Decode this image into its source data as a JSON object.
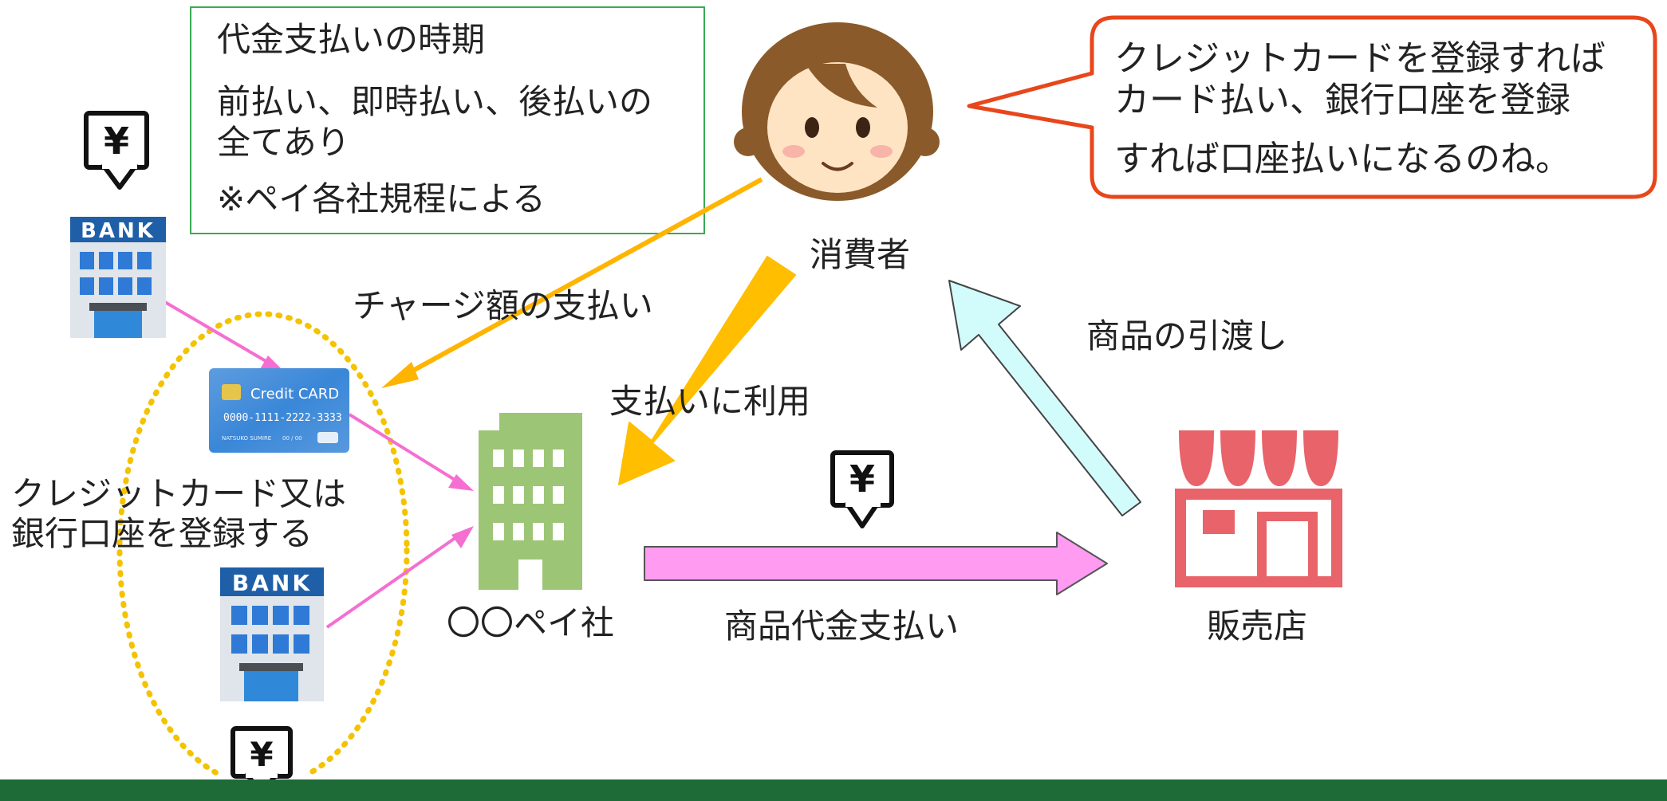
{
  "timing_box": {
    "title": "代金支払いの時期",
    "line1": "前払い、即時払い、後払いの",
    "line2": "全てあり",
    "note": "※ペイ各社規程による"
  },
  "speech_bubble": {
    "line1": "クレジットカードを登録すれば",
    "line2": "カード払い、銀行口座を登録",
    "line3": "すれば口座払いになるのね。"
  },
  "labels": {
    "consumer": "消費者",
    "charge_payment": "チャージ額の支払い",
    "use_for_payment": "支払いに利用",
    "goods_delivery": "商品の引渡し",
    "register_line1": "クレジットカード又は",
    "register_line2": "銀行口座を登録する",
    "pay_company": "〇〇ペイ社",
    "goods_payment": "商品代金支払い",
    "store": "販売店"
  },
  "card": {
    "brand": "Credit CARD",
    "number": "0000-1111-2222-3333",
    "holder": "NATSUKO SUMIRE",
    "expiry": "00 / 00"
  },
  "bank_sign": "BANK",
  "yen_symbol": "¥",
  "colors": {
    "green_border": "#3aaa55",
    "bubble_border": "#e8461b",
    "orange_arrow": "#ffb400",
    "pink_arrow": "#f46fd1",
    "pink_fill": "#ff9cf2",
    "cyan_fill": "#d2fbfc",
    "building_green": "#9cc576",
    "store_red": "#e8646a",
    "dotted_ellipse": "#f4c300",
    "bottom_bar": "#1e6b37"
  }
}
